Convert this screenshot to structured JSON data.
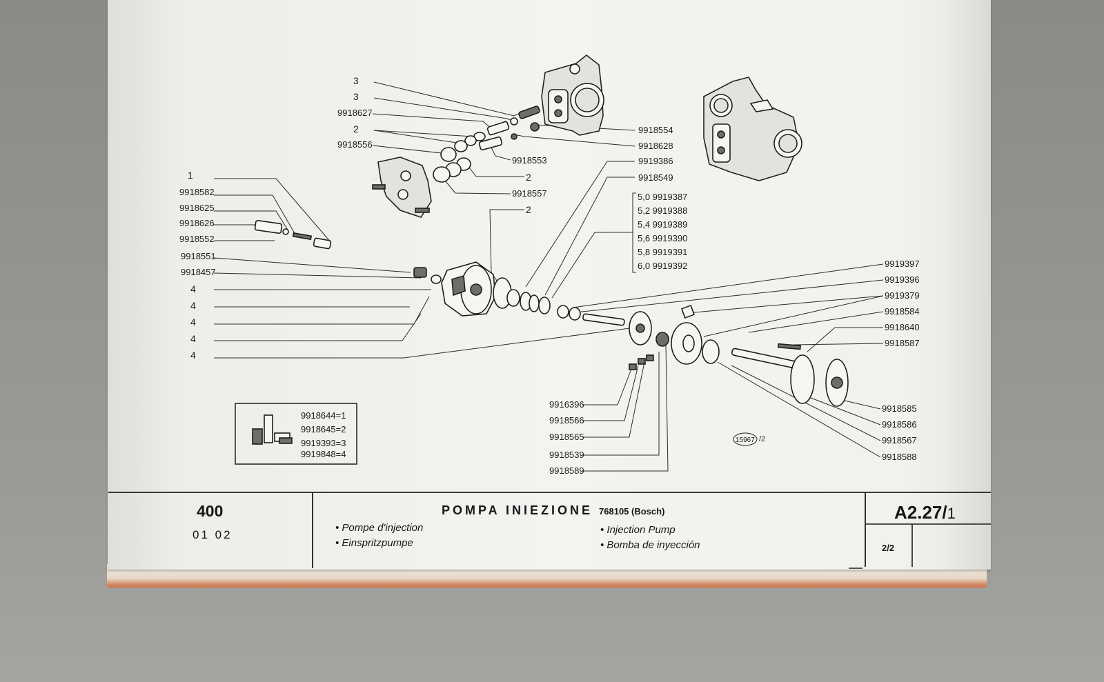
{
  "labels": {
    "l3a": "3",
    "l3b": "3",
    "l9918627": "9918627",
    "l2a": "2",
    "l9918556": "9918556",
    "l1": "1",
    "l9918582": "9918582",
    "l9918625": "9918625",
    "l9918626": "9918626",
    "l9918552": "9918552",
    "l9918551": "9918551",
    "l9918457": "9918457",
    "l4a": "4",
    "l4b": "4",
    "l4c": "4",
    "l4d": "4",
    "l4e": "4",
    "l9918554": "9918554",
    "l9918628": "9918628",
    "l9918553": "9918553",
    "l9919386": "9919386",
    "l2b": "2",
    "l9918549": "9918549",
    "l9918557": "9918557",
    "l2c": "2",
    "s1": "5,0 9919387",
    "s2": "5,2 9919388",
    "s3": "5,4 9919389",
    "s4": "5,6 9919390",
    "s5": "5,8 9919391",
    "s6": "6,0 9919392",
    "l9919397": "9919397",
    "l9919396": "9919396",
    "l9919379": "9919379",
    "l9918584": "9918584",
    "l9918640": "9918640",
    "l9918587": "9918587",
    "l9916396": "9916396",
    "l9918566": "9918566",
    "l9918565": "9918565",
    "l9918539": "9918539",
    "l9918589": "9918589",
    "l9918585": "9918585",
    "l9918586": "9918586",
    "l9918567": "9918567",
    "l9918588": "9918588",
    "k1": "9918644=1",
    "k2": "9918645=2",
    "k3": "9919393=3",
    "k4": "9919848=4",
    "stamp": "15967",
    "stamp_suffix": "/2"
  },
  "titleblock": {
    "model_number": "400",
    "model_variants": "01 02",
    "title": "POMPA INIEZIONE",
    "title_code": "768105 (Bosch)",
    "translations": {
      "fr": "• Pompe d'injection",
      "de": "• Einspritzpumpe",
      "en": "• Injection Pump",
      "es": "• Bomba de inyección"
    },
    "ref_main": "A2.27/",
    "ref_sub": "1",
    "sheet": "2/2"
  }
}
